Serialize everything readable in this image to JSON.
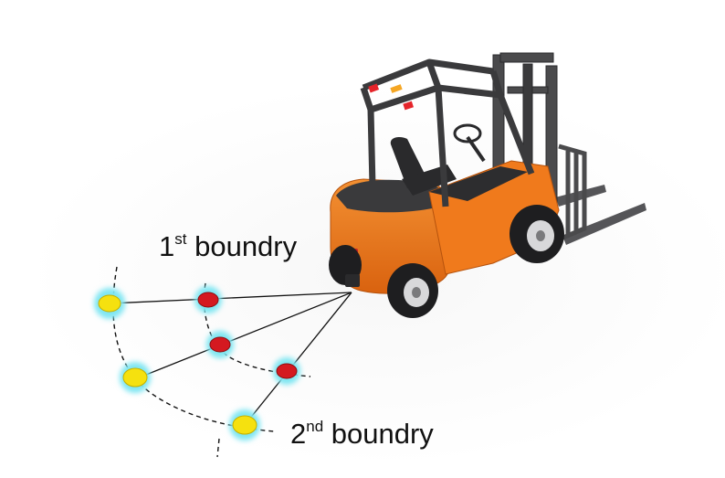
{
  "labels": {
    "first": {
      "number": "1",
      "suffix": "st",
      "word": " boundry"
    },
    "second": {
      "number": "2",
      "suffix": "nd",
      "word": " boundry"
    }
  },
  "colors": {
    "body_orange": "#f07a1c",
    "frame_dark": "#3a3a3c",
    "inner_marker": "#d41920",
    "outer_marker": "#f5e10f",
    "glow": "#7fe6f2",
    "line": "#111111"
  },
  "markers": {
    "inner_boundary": {
      "color_name": "red",
      "count": 3
    },
    "outer_boundary": {
      "color_name": "yellow",
      "count": 3
    }
  }
}
